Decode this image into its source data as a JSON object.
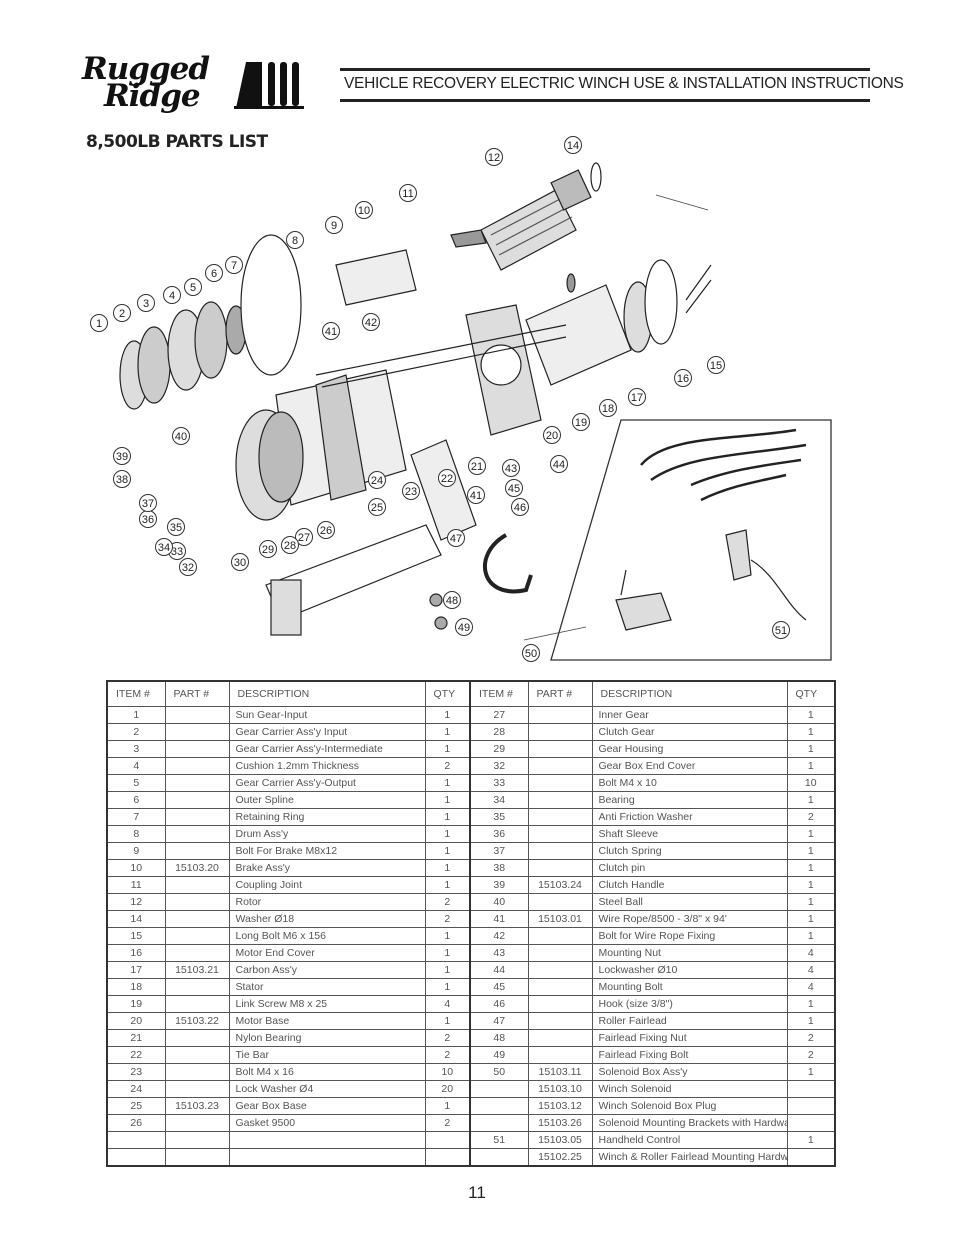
{
  "header": {
    "logo_line1": "Rugged",
    "logo_line2": "Ridge",
    "title": "VEHICLE RECOVERY ELECTRIC WINCH USE & INSTALLATION INSTRUCTIONS"
  },
  "section_title": "8,500LB PARTS LIST",
  "diagram": {
    "callouts": [
      "1",
      "2",
      "3",
      "4",
      "5",
      "6",
      "7",
      "8",
      "9",
      "10",
      "11",
      "12",
      "14",
      "15",
      "16",
      "17",
      "18",
      "19",
      "20",
      "21",
      "22",
      "23",
      "24",
      "25",
      "26",
      "27",
      "28",
      "29",
      "30",
      "32",
      "33",
      "34",
      "35",
      "36",
      "37",
      "38",
      "39",
      "40",
      "41",
      "42",
      "41",
      "43",
      "44",
      "45",
      "46",
      "47",
      "48",
      "49",
      "50",
      "51"
    ]
  },
  "table": {
    "headers": [
      "ITEM #",
      "PART #",
      "DESCRIPTION",
      "QTY",
      "ITEM #",
      "PART #",
      "DESCRIPTION",
      "QTY"
    ],
    "rows": [
      [
        "1",
        "",
        "Sun Gear-Input",
        "1",
        "27",
        "",
        "Inner Gear",
        "1"
      ],
      [
        "2",
        "",
        "Gear Carrier Ass'y Input",
        "1",
        "28",
        "",
        "Clutch Gear",
        "1"
      ],
      [
        "3",
        "",
        "Gear Carrier Ass'y-Intermediate",
        "1",
        "29",
        "",
        "Gear Housing",
        "1"
      ],
      [
        "4",
        "",
        "Cushion 1.2mm Thickness",
        "2",
        "32",
        "",
        "Gear Box End Cover",
        "1"
      ],
      [
        "5",
        "",
        "Gear Carrier Ass'y-Output",
        "1",
        "33",
        "",
        "Bolt M4 x 10",
        "10"
      ],
      [
        "6",
        "",
        "Outer Spline",
        "1",
        "34",
        "",
        "Bearing",
        "1"
      ],
      [
        "7",
        "",
        "Retaining Ring",
        "1",
        "35",
        "",
        "Anti Friction Washer",
        "2"
      ],
      [
        "8",
        "",
        "Drum Ass'y",
        "1",
        "36",
        "",
        "Shaft Sleeve",
        "1"
      ],
      [
        "9",
        "",
        "Bolt For Brake M8x12",
        "1",
        "37",
        "",
        "Clutch Spring",
        "1"
      ],
      [
        "10",
        "15103.20",
        "Brake Ass'y",
        "1",
        "38",
        "",
        "Clutch pin",
        "1"
      ],
      [
        "11",
        "",
        "Coupling Joint",
        "1",
        "39",
        "15103.24",
        "Clutch Handle",
        "1"
      ],
      [
        "12",
        "",
        "Rotor",
        "2",
        "40",
        "",
        "Steel Ball",
        "1"
      ],
      [
        "14",
        "",
        "Washer Ø18",
        "2",
        "41",
        "15103.01",
        "Wire Rope/8500 - 3/8\" x 94'",
        "1"
      ],
      [
        "15",
        "",
        "Long Bolt M6 x 156",
        "1",
        "42",
        "",
        "Bolt for Wire Rope Fixing",
        "1"
      ],
      [
        "16",
        "",
        "Motor End Cover",
        "1",
        "43",
        "",
        "Mounting Nut",
        "4"
      ],
      [
        "17",
        "15103.21",
        "Carbon Ass'y",
        "1",
        "44",
        "",
        "Lockwasher Ø10",
        "4"
      ],
      [
        "18",
        "",
        "Stator",
        "1",
        "45",
        "",
        "Mounting Bolt",
        "4"
      ],
      [
        "19",
        "",
        "Link Screw M8 x 25",
        "4",
        "46",
        "",
        "Hook (size 3/8\")",
        "1"
      ],
      [
        "20",
        "15103.22",
        "Motor Base",
        "1",
        "47",
        "",
        "Roller Fairlead",
        "1"
      ],
      [
        "21",
        "",
        "Nylon Bearing",
        "2",
        "48",
        "",
        "Fairlead Fixing Nut",
        "2"
      ],
      [
        "22",
        "",
        "Tie Bar",
        "2",
        "49",
        "",
        "Fairlead Fixing Bolt",
        "2"
      ],
      [
        "23",
        "",
        "Bolt M4 x 16",
        "10",
        "50",
        "15103.11",
        "Solenoid Box Ass'y",
        "1"
      ],
      [
        "24",
        "",
        "Lock Washer Ø4",
        "20",
        "",
        "15103.10",
        "Winch Solenoid",
        ""
      ],
      [
        "25",
        "15103.23",
        "Gear Box Base",
        "1",
        "",
        "15103.12",
        "Winch Solenoid Box Plug",
        ""
      ],
      [
        "26",
        "",
        "Gasket 9500",
        "2",
        "",
        "15103.26",
        "Solenoid Mounting Brackets with Hardware",
        ""
      ],
      [
        "",
        "",
        "",
        "",
        "51",
        "15103.05",
        "Handheld Control",
        "1"
      ],
      [
        "",
        "",
        "",
        "",
        "",
        "15102.25",
        "Winch & Roller Fairlead Mounting Hardware",
        ""
      ]
    ]
  },
  "page_number": "11"
}
